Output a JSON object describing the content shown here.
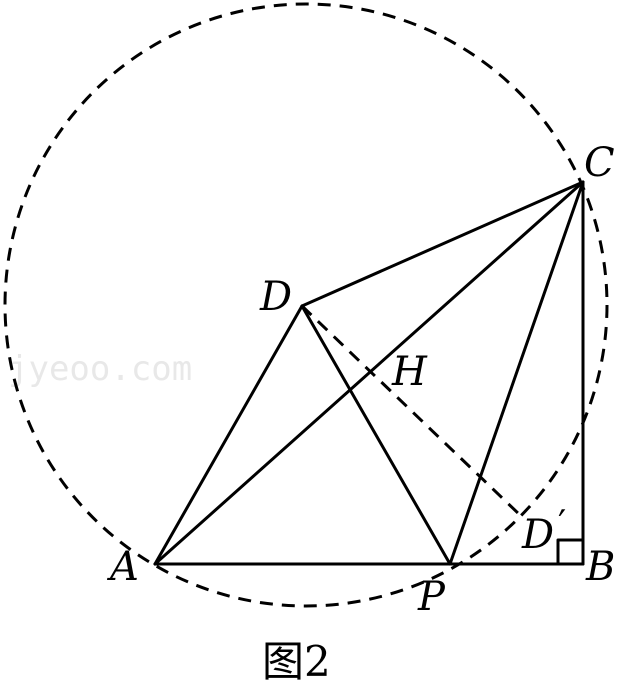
{
  "labels": {
    "A": "A",
    "B": "B",
    "C": "C",
    "D": "D",
    "P": "P",
    "H": "H",
    "D_prime": "D",
    "prime_mark": "′"
  },
  "caption": "图2",
  "watermark": "jyeoo.com",
  "colors": {
    "ink": "#000000",
    "watermark": "#d9d9d9"
  }
}
